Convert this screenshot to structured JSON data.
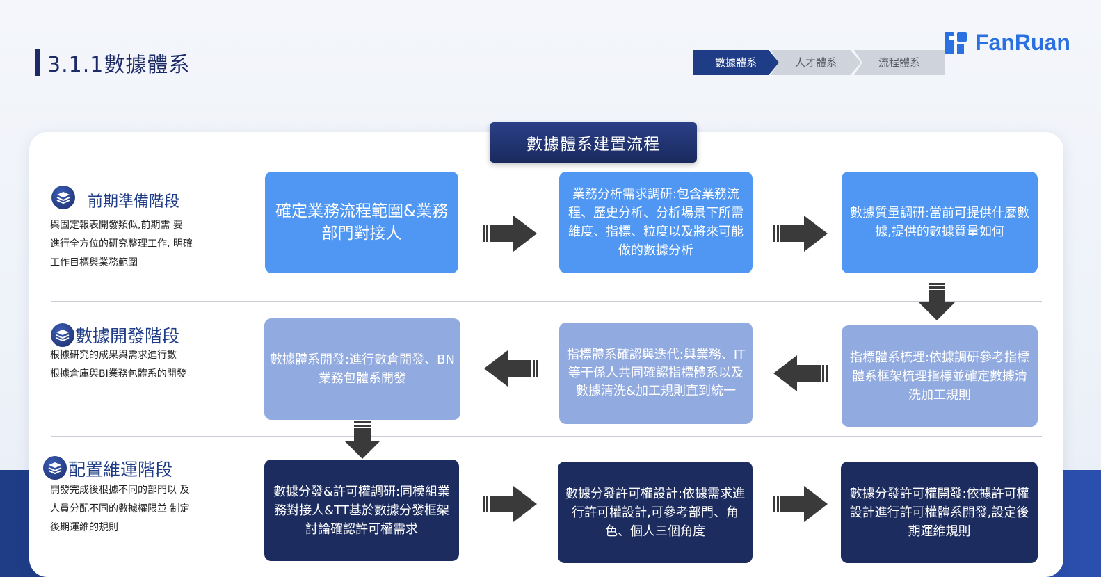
{
  "header": {
    "title": "3.1.1數據體系",
    "breadcrumbs": [
      "數據體系",
      "人才體系",
      "流程體系"
    ],
    "logo_text": "FanRuan"
  },
  "flow_title": "數據體系建置流程",
  "stages": [
    {
      "title": "前期準備階段",
      "desc_lines": [
        "與固定報表開發類似,前期需 要",
        "進行全方位的研究整理工作, 明確",
        "工作目標與業務範圍"
      ]
    },
    {
      "title": "數據開發階段",
      "desc_lines": [
        "根據研究的成果與需求進行數",
        "根據倉庫與BI業務包體系的開發"
      ]
    },
    {
      "title": "配置維運階段",
      "desc_lines": [
        "開發完成後根據不同的部門以 及",
        "人員分配不同的數據權限並 制定",
        "後期運維的規則"
      ]
    }
  ],
  "boxes": {
    "r1b1": "確定業務流程範圍&業務部門對接人",
    "r1b2": "業務分析需求調研:包含業務流程、歷史分析、分析場景下所需維度、指標、粒度以及將來可能做的數據分析",
    "r1b3": "數據質量調研:當前可提供什麼數據,提供的數據質量如何",
    "r2b1": "數據體系開發:進行數倉開發、BN業務包體系開發",
    "r2b2": "指標體系確認與迭代:與業務、IT等干係人共同確認指標體系以及數據清洗&加工規則直到統一",
    "r2b3": "指標體系梳理:依據調研參考指標體系框架梳理指標並確定數據清洗加工規則",
    "r3b1": "數據分發&許可權調研:同模組業務對接人&TT基於數據分發框架討論確認許可權需求",
    "r3b2": "數據分發許可權設計:依據需求進行許可權設計,可參考部門、角色、個人三個角度",
    "r3b3": "數據分發許可權開發:依據許可權設計進行許可權體系開發,設定後期運維規則"
  },
  "colors": {
    "navy": "#1d2c5f",
    "bright_blue": "#4f97f3",
    "muted_blue": "#91aadf",
    "brand_blue": "#2a70e0"
  }
}
